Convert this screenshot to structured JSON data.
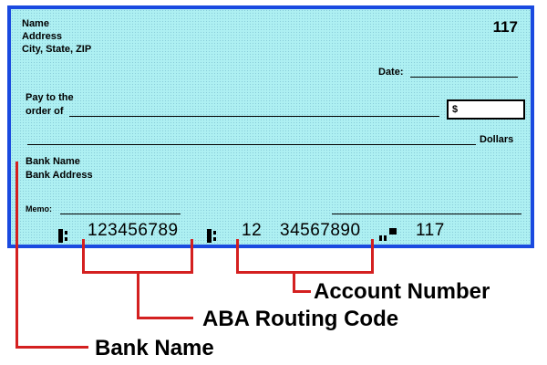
{
  "check": {
    "payer_name": "Name",
    "payer_address": "Address",
    "payer_city": "City, State, ZIP",
    "check_number": "117",
    "date_label": "Date:",
    "pay_to_line1": "Pay to the",
    "pay_to_line2": "order of",
    "currency_symbol": "$",
    "dollars_label": "Dollars",
    "bank_name": "Bank Name",
    "bank_address": "Bank Address",
    "memo_label": "Memo:"
  },
  "micr": {
    "routing_number": "123456789",
    "account_part1": "12",
    "account_part2": "34567890",
    "check_number": "117"
  },
  "callouts": {
    "account_number": "Account Number",
    "routing_code": "ABA Routing Code",
    "bank_name": "Bank Name"
  },
  "colors": {
    "check_background": "#aef0f2",
    "check_border": "#1a4ae0",
    "callout_line": "#d42020"
  }
}
